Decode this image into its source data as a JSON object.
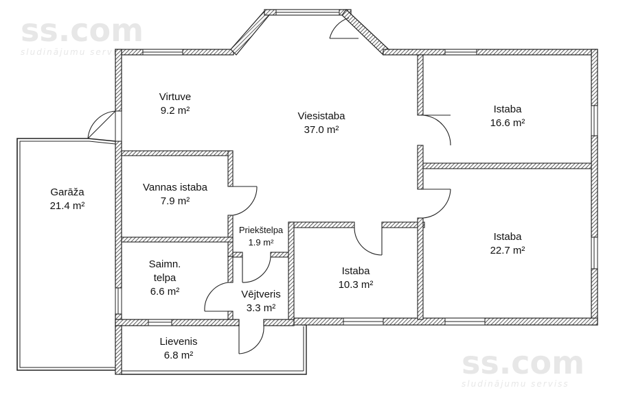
{
  "watermark": {
    "logo": "ss.com",
    "tagline": "sludinājumu serviss"
  },
  "rooms": {
    "virtuve": {
      "name": "Virtuve",
      "area": "9.2 m²"
    },
    "viesistaba": {
      "name": "Viesistaba",
      "area": "37.0 m²"
    },
    "istaba_ne": {
      "name": "Istaba",
      "area": "16.6 m²"
    },
    "garaza": {
      "name": "Garāža",
      "area": "21.4 m²"
    },
    "vannas": {
      "name": "Vannas istaba",
      "area": "7.9 m²"
    },
    "priekstelpa": {
      "name": "Priekštelpa",
      "area": "1.9 m²"
    },
    "istaba_se": {
      "name": "Istaba",
      "area": "22.7 m²"
    },
    "saimn": {
      "name": "Saimn.",
      "name2": "telpa",
      "area": "6.6 m²"
    },
    "istaba_mid": {
      "name": "Istaba",
      "area": "10.3 m²"
    },
    "vejtveris": {
      "name": "Vējtveris",
      "area": "3.3 m²"
    },
    "lievenis": {
      "name": "Lievenis",
      "area": "6.8 m²"
    }
  }
}
